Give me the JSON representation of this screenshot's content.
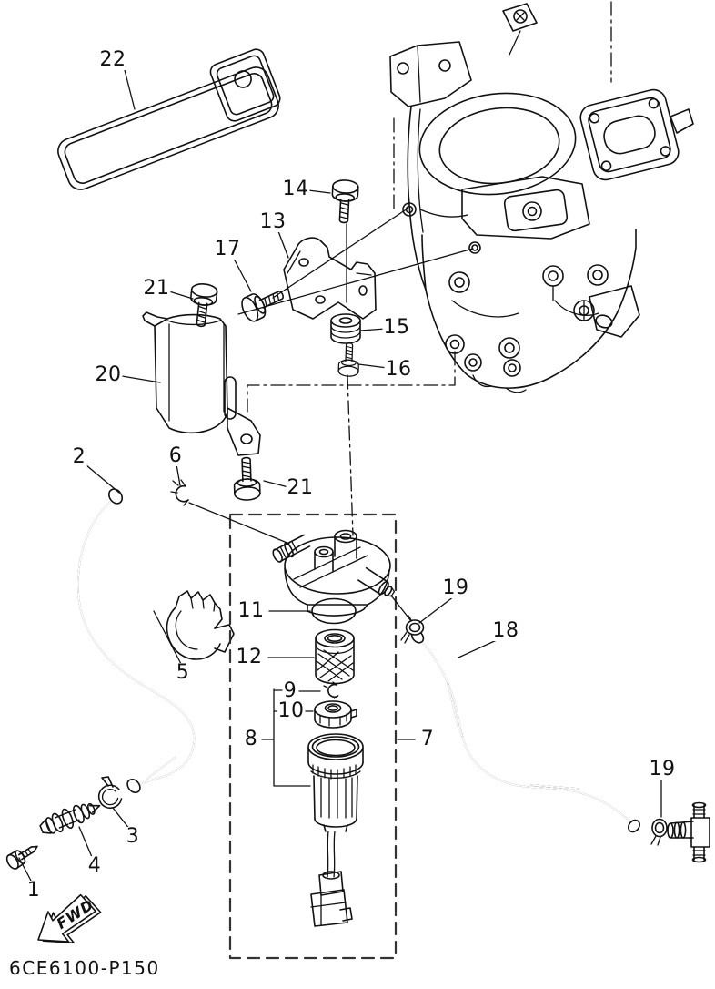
{
  "diagram": {
    "page_code": "6CE6100-P150",
    "fwd_label": "FWD",
    "colors": {
      "line": "#111111",
      "background": "#ffffff",
      "dashed_box": "#333333"
    },
    "callouts": [
      {
        "label": "22"
      },
      {
        "label": "14"
      },
      {
        "label": "13"
      },
      {
        "label": "17"
      },
      {
        "label": "21"
      },
      {
        "label": "20"
      },
      {
        "label": "15"
      },
      {
        "label": "16"
      },
      {
        "label": "21"
      },
      {
        "label": "2"
      },
      {
        "label": "6"
      },
      {
        "label": "5"
      },
      {
        "label": "11"
      },
      {
        "label": "12"
      },
      {
        "label": "9"
      },
      {
        "label": "10"
      },
      {
        "label": "8"
      },
      {
        "label": "7"
      },
      {
        "label": "19"
      },
      {
        "label": "18"
      },
      {
        "label": "19"
      },
      {
        "label": "3"
      },
      {
        "label": "4"
      },
      {
        "label": "1"
      }
    ]
  }
}
